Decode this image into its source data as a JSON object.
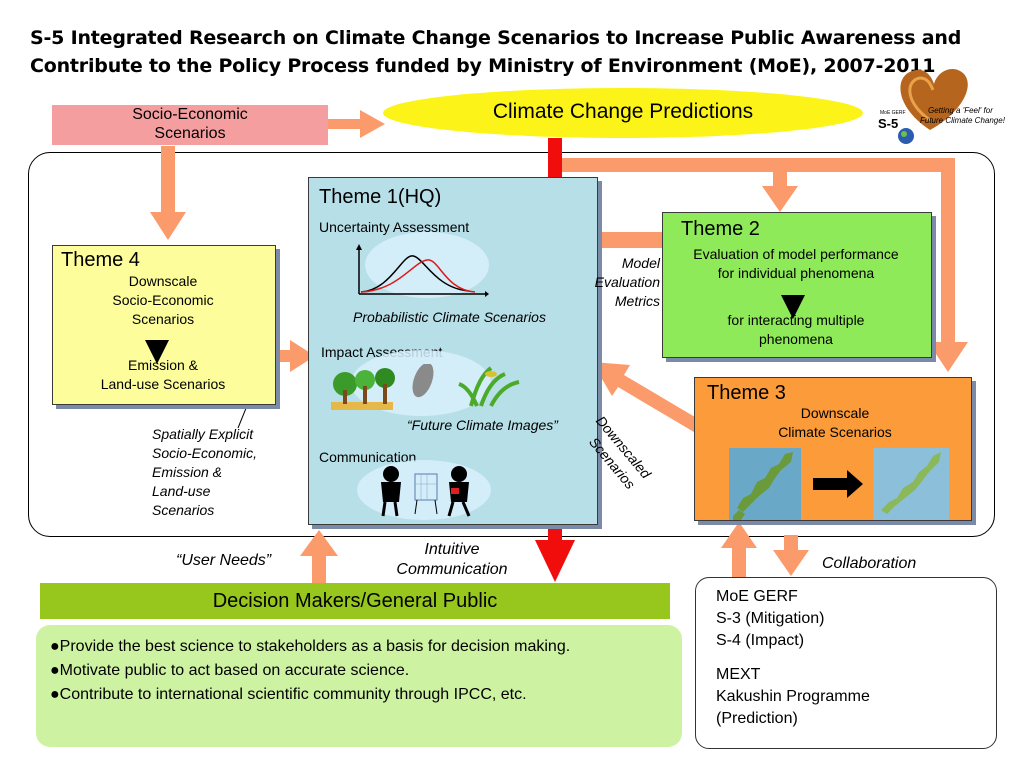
{
  "title": {
    "line1": "S-5  Integrated Research on Climate Change Scenarios to Increase Public Awareness and",
    "line2": "Contribute to the Policy Process funded by Ministry of Environment (MoE), 2007-2011"
  },
  "logo": {
    "label": "S-5",
    "tagline1": "Getting a 'Feel' for",
    "tagline2": "Future Climate Change!"
  },
  "socio_box": {
    "line1": "Socio-Economic",
    "line2": "Scenarios"
  },
  "predictions": "Climate Change Predictions",
  "theme1": {
    "title": "Theme 1(HQ)",
    "uncertainty": "Uncertainty Assessment",
    "prob": "Probabilistic Climate Scenarios",
    "impact": "Impact Assessment",
    "future": "“Future Climate Images”",
    "communication": "Communication"
  },
  "theme2": {
    "title": "Theme 2",
    "line1": "Evaluation of model performance",
    "line2": "for individual phenomena",
    "line3": "for interacting multiple",
    "line4": "phenomena"
  },
  "theme3": {
    "title": "Theme 3",
    "line1": "Downscale",
    "line2": "Climate Scenarios"
  },
  "theme4": {
    "title": "Theme 4",
    "line1": "Downscale",
    "line2": "Socio-Economic",
    "line3": "Scenarios",
    "line4": "Emission &",
    "line5": "Land-use Scenarios"
  },
  "labels": {
    "model_eval1": "Model",
    "model_eval2": "Evaluation",
    "model_eval3": "Metrics",
    "downscaled1": "Downscaled",
    "downscaled2": "Scenarios",
    "spatial": [
      "Spatially Explicit",
      "Socio-Economic,",
      "Emission &",
      "Land-use",
      "Scenarios"
    ],
    "user_needs": "“User Needs”",
    "intuitive1": "Intuitive",
    "intuitive2": "Communication",
    "collaboration": "Collaboration"
  },
  "decision": "Decision Makers/General Public",
  "bullets": [
    "●Provide the best science to stakeholders as a basis for decision making.",
    "●Motivate public to act based on accurate science.",
    "●Contribute to international scientific community through IPCC, etc."
  ],
  "moe_box": {
    "l1": "MoE GERF",
    "l2": "S-3 (Mitigation)",
    "l3": "S-4 (Impact)",
    "l4": "MEXT",
    "l5": "Kakushin  Programme",
    "l6": "(Prediction)"
  },
  "colors": {
    "arrow_orange": "#fb9a6a",
    "arrow_red": "#f20d0d",
    "theme1": "#b7dfe8",
    "theme2": "#8fea5a",
    "theme3": "#fb9b3a",
    "theme4": "#fdfd9c"
  }
}
